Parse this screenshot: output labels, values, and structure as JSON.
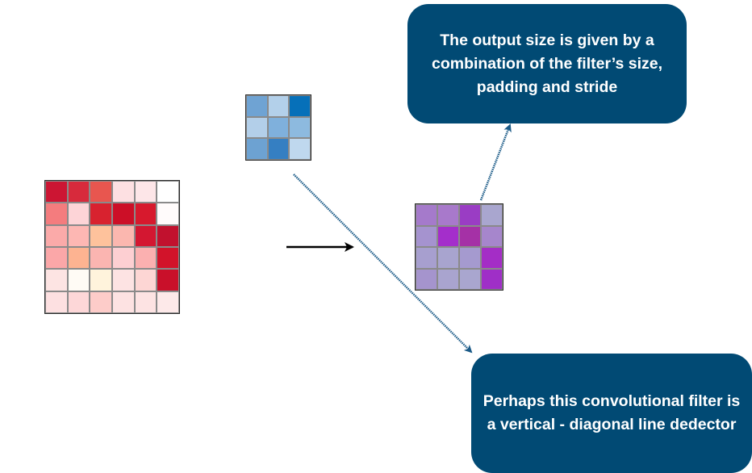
{
  "colors": {
    "callout_bg": "#014a74",
    "callout_text": "#ffffff",
    "arrow_blue": "#1a5a87",
    "arrow_black": "#000000"
  },
  "input_grid": {
    "rows": 6,
    "cols": 6,
    "cells": [
      "#cc1533",
      "#d72a3c",
      "#e8564f",
      "#fde0e2",
      "#fde6e8",
      "#ffffff",
      "#f47c7e",
      "#fdd4d7",
      "#d8222f",
      "#cc0f27",
      "#d7192d",
      "#fffbfb",
      "#fbaaa9",
      "#fdb7b3",
      "#fec29c",
      "#fbb7af",
      "#d31731",
      "#c1112e",
      "#fba7a8",
      "#fdb391",
      "#fbb5b1",
      "#fdcfd2",
      "#fbb0b0",
      "#d2132a",
      "#fde4e3",
      "#fffbf5",
      "#fff3dc",
      "#fde3e3",
      "#fdd6d4",
      "#c9102a",
      "#fde0e1",
      "#fdd7d8",
      "#fdccc9",
      "#fde2e2",
      "#fde3e3",
      "#fde9e9"
    ]
  },
  "filter_grid": {
    "rows": 3,
    "cols": 3,
    "cells": [
      "#6fa3d3",
      "#b3d0ea",
      "#0670b9",
      "#b3cfe9",
      "#7fb0dc",
      "#8dbadf",
      "#6da2d2",
      "#357fc2",
      "#bfd8ee"
    ]
  },
  "output_grid": {
    "rows": 4,
    "cols": 4,
    "cells": [
      "#a57acb",
      "#a879cb",
      "#9a3dc4",
      "#a9a6cf",
      "#a593cf",
      "#a42ecb",
      "#a531a6",
      "#a686cc",
      "#a79fcf",
      "#a8a4cf",
      "#a59acf",
      "#a42dc6",
      "#a594cd",
      "#a9a4cf",
      "#a9a6cf",
      "#9f2fc7"
    ]
  },
  "callouts": {
    "top": "The output size is given by a combination of the filter’s size, padding and stride",
    "bottom": "Perhaps this convolutional filter is a vertical - diagonal line dedector"
  }
}
